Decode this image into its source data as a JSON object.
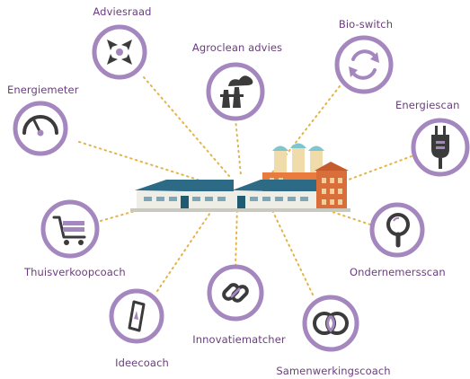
{
  "colors": {
    "purple": "#a487bf",
    "icon": "#3b3b3b",
    "label": "#6a3d7e",
    "dots": "#e2b44a"
  },
  "nodes": [
    {
      "id": "adviesraad",
      "label": "Adviesraad",
      "icon": "compress-arrows-icon"
    },
    {
      "id": "agroclean",
      "label": "Agroclean advies",
      "icon": "factory-smoke-icon"
    },
    {
      "id": "bioswitch",
      "label": "Bio-switch",
      "icon": "refresh-cycle-icon"
    },
    {
      "id": "energiemeter",
      "label": "Energiemeter",
      "icon": "gauge-icon"
    },
    {
      "id": "energiescan",
      "label": "Energiescan",
      "icon": "power-plug-icon"
    },
    {
      "id": "thuisverkoop",
      "label": "Thuisverkoopcoach",
      "icon": "shopping-cart-icon"
    },
    {
      "id": "ondernemersscan",
      "label": "Ondernemersscan",
      "icon": "magnifier-icon"
    },
    {
      "id": "ideecoach",
      "label": "Ideecoach",
      "icon": "compass-icon"
    },
    {
      "id": "innovatiematcher",
      "label": "Innovatiematcher",
      "icon": "chain-link-icon"
    },
    {
      "id": "samenwerking",
      "label": "Samenwerkingscoach",
      "icon": "overlapping-rings-icon"
    }
  ]
}
